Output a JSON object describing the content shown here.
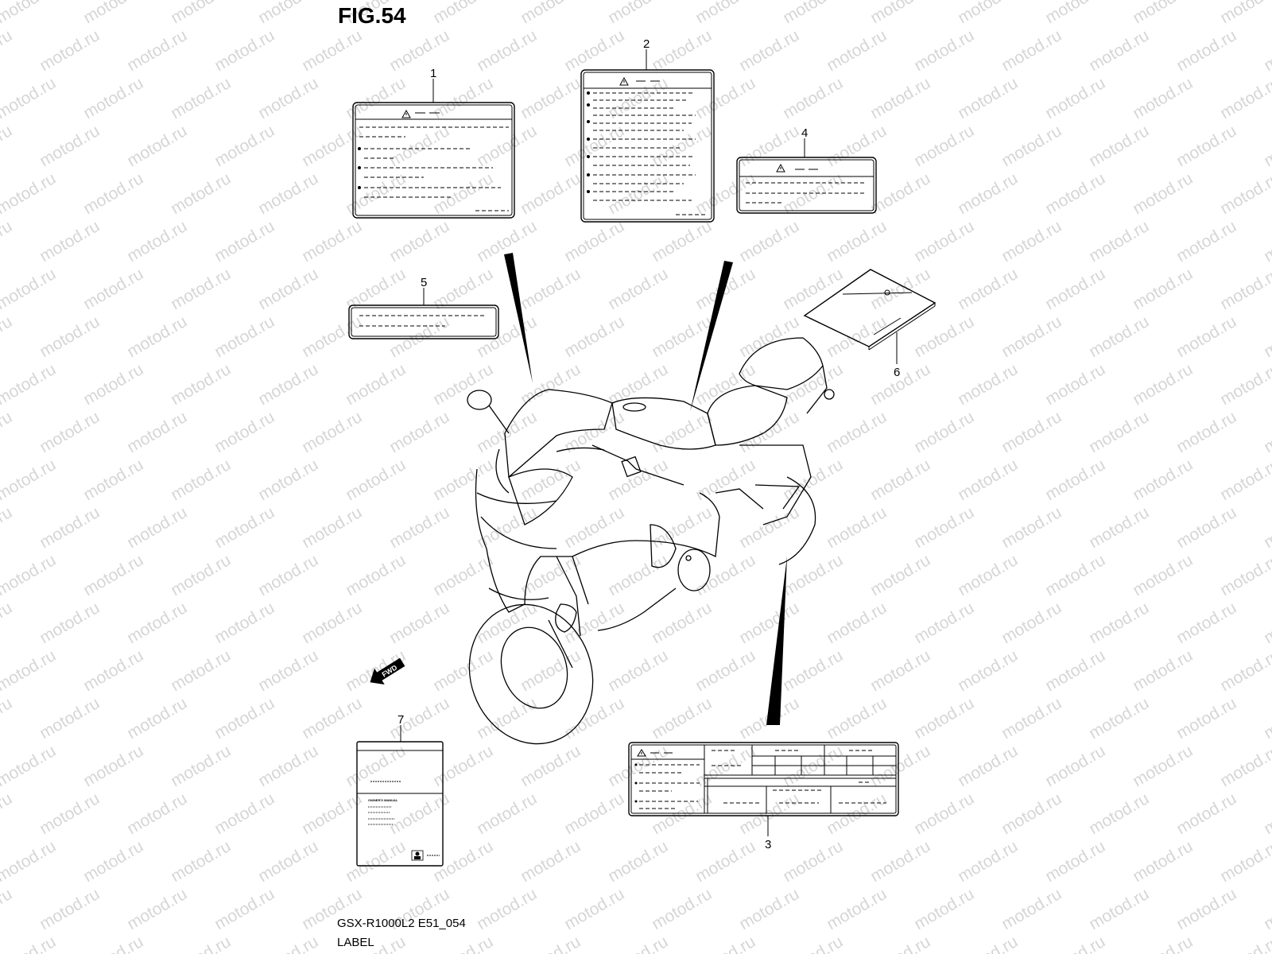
{
  "figure": {
    "title": "FIG.54",
    "model_code": "GSX-R1000L2 E51_054",
    "caption": "LABEL"
  },
  "watermark": {
    "text": "motod.ru"
  },
  "callouts": [
    "1",
    "2",
    "3",
    "4",
    "5",
    "6",
    "7"
  ],
  "direction_arrow": {
    "label": "FWD"
  },
  "manual": {
    "title": "OWNER'S MANUAL"
  },
  "colors": {
    "line": "#000000",
    "watermark": "#d6d6d6",
    "background": "#ffffff"
  },
  "icons": [
    "warning-triangle-icon",
    "fwd-arrow-icon",
    "rider-icon"
  ]
}
